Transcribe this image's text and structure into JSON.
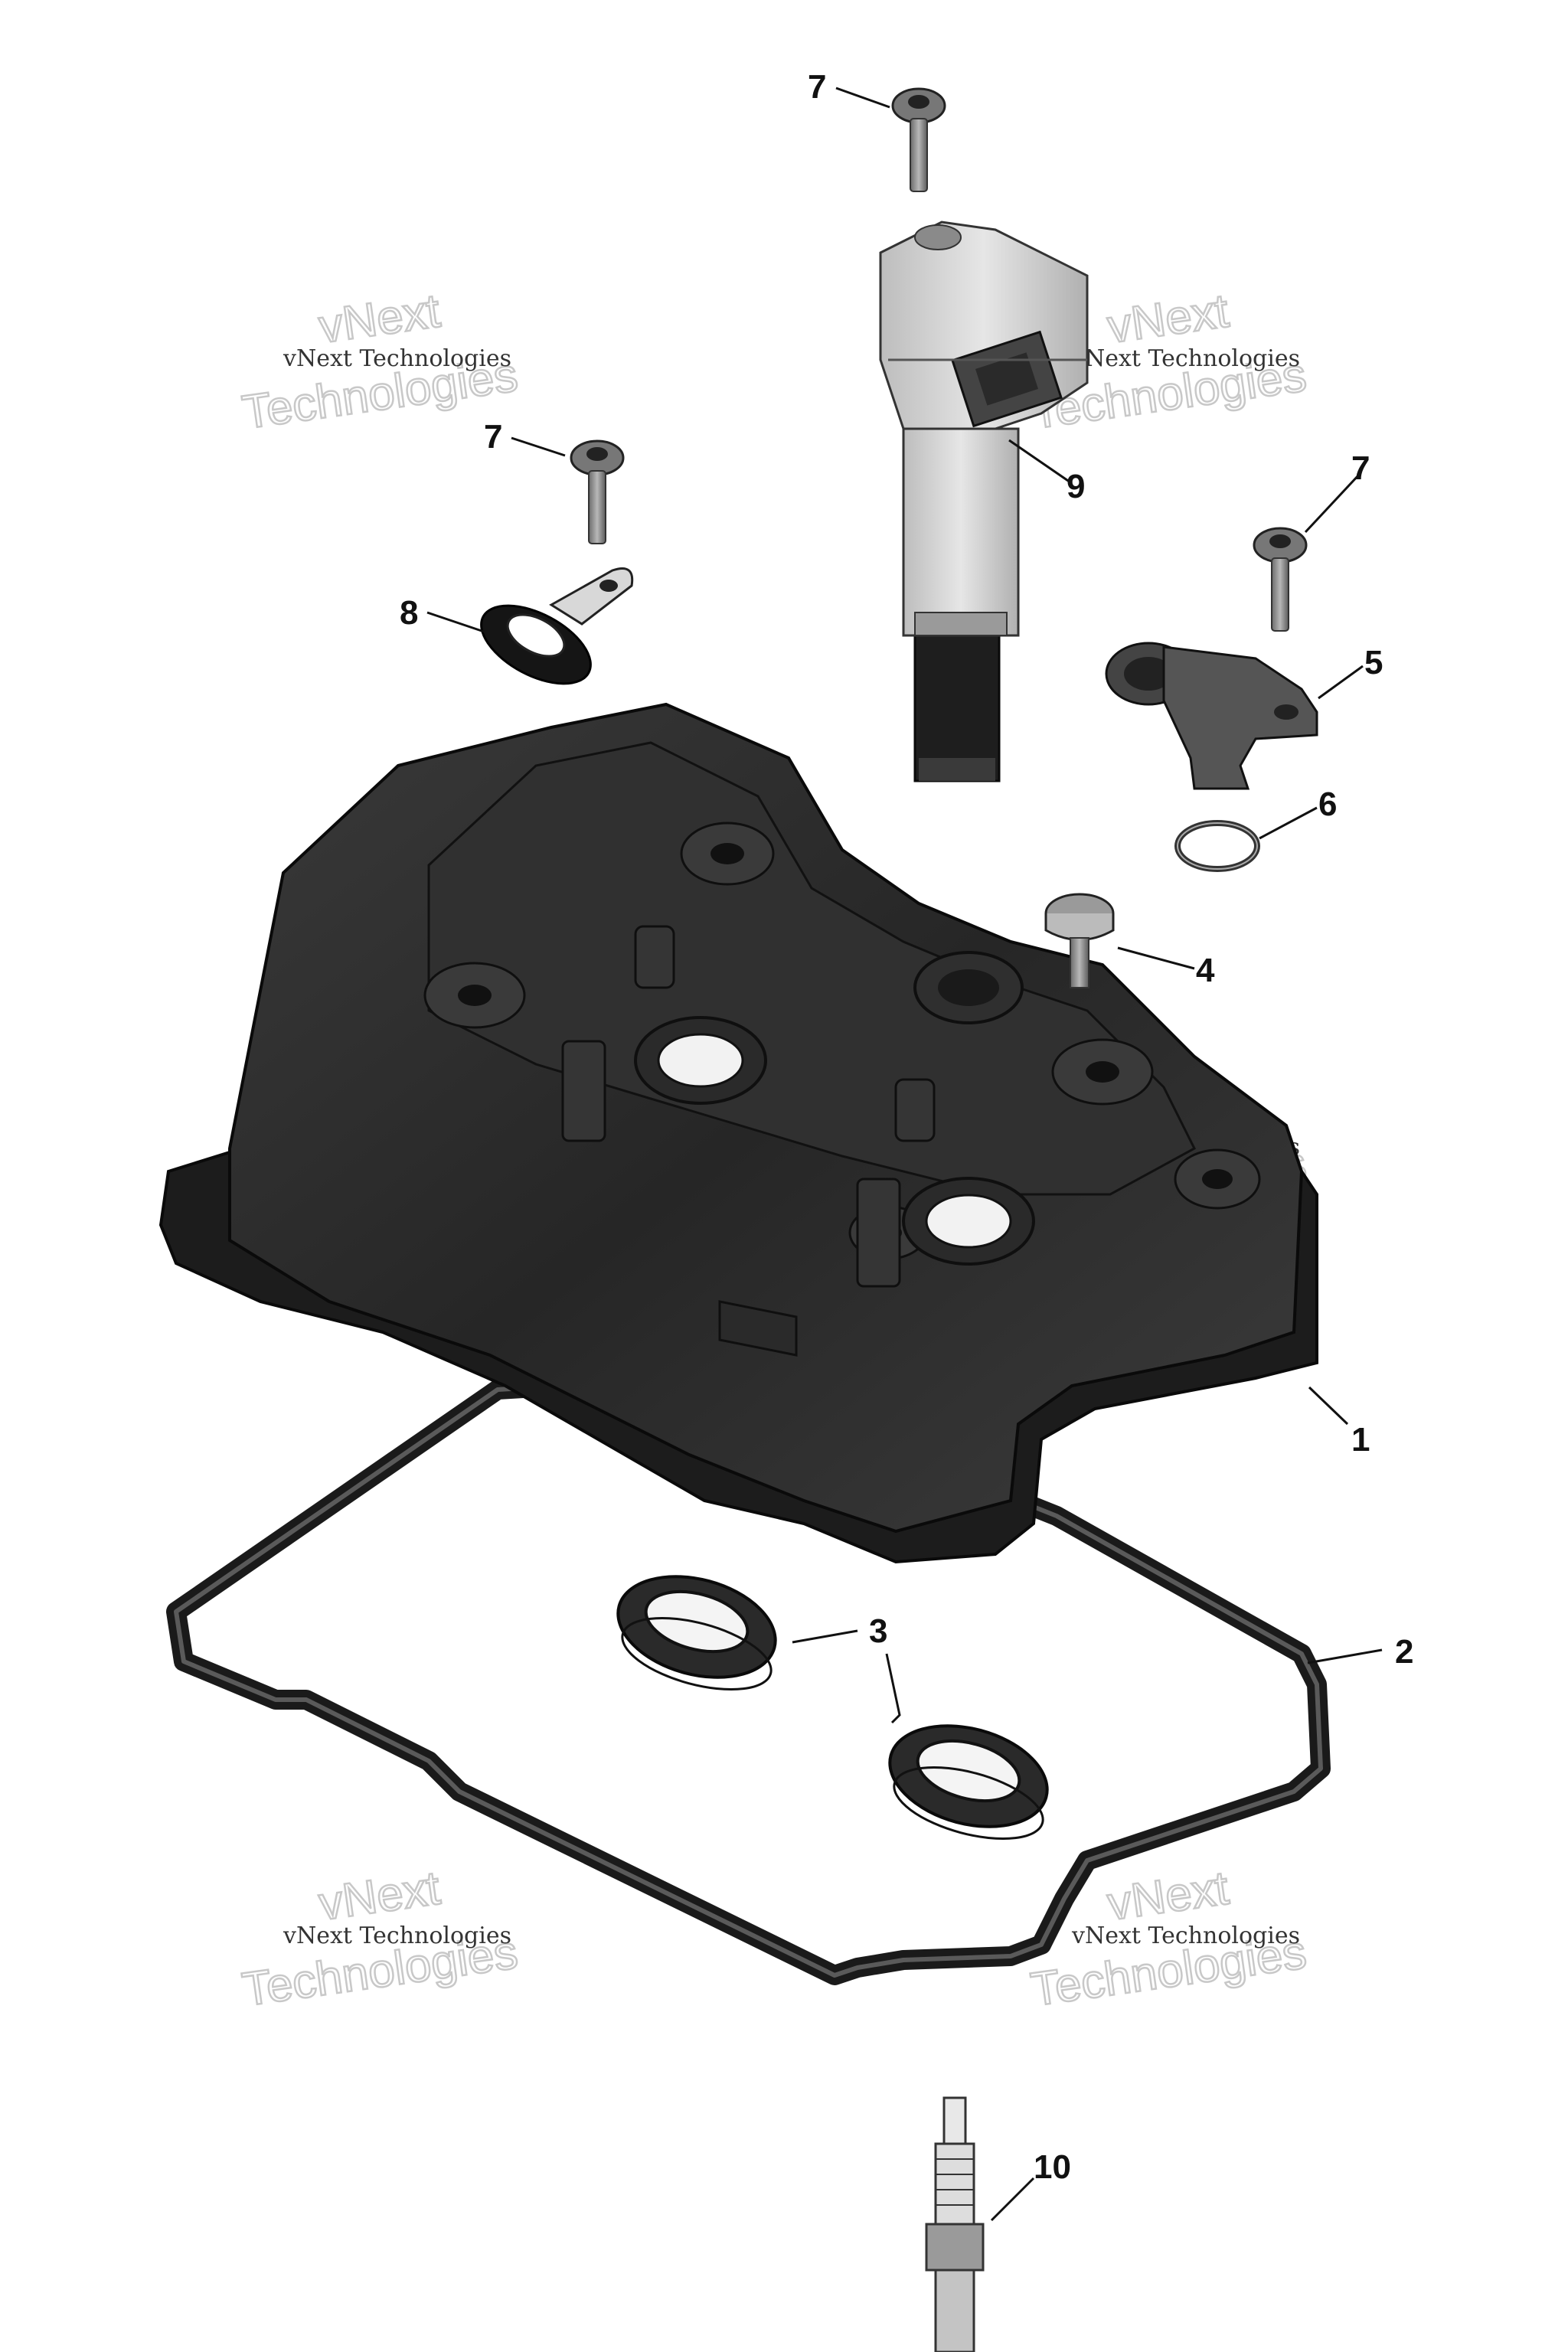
{
  "callouts": {
    "c1": "1",
    "c2": "2",
    "c3": "3",
    "c4": "4",
    "c5": "5",
    "c6": "6",
    "c7a": "7",
    "c7b": "7",
    "c7c": "7",
    "c8": "8",
    "c9": "9",
    "c10": "10"
  },
  "watermark": {
    "line1": "vNext",
    "line2": "Technologies",
    "small": "vNext Technologies"
  },
  "colors": {
    "cover": "#2b2b2b",
    "coil_body": "#d9d9d9",
    "gasket": "#1a1a1a"
  }
}
